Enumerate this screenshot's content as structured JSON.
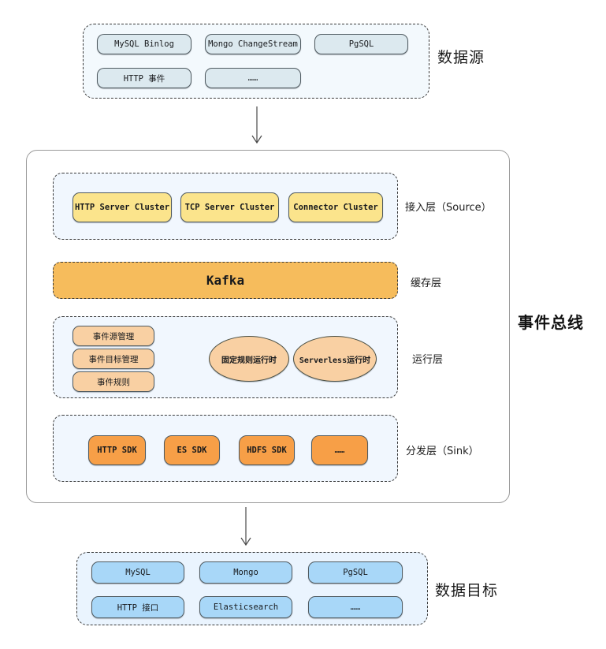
{
  "colors": {
    "canvas-bg": "#ffffff",
    "container-blue": "#f1f7fe",
    "source-container": "#f3f9fd",
    "target-container": "#eaf4fe",
    "source-pill": "#dce9ef",
    "yellow-pill": "#fbe48c",
    "kafka-orange": "#f6bc5c",
    "peach-pill": "#f9d0a3",
    "orange-pill": "#f79f47",
    "blue-pill": "#a8d7f8",
    "border-dark": "#3b3b3b",
    "text-dark": "#1f1f1f"
  },
  "source_group": {
    "label": "数据源",
    "row1": [
      "MySQL Binlog",
      "Mongo ChangeStream",
      "PgSQL"
    ],
    "row2": [
      "HTTP 事件",
      "……"
    ]
  },
  "event_bus": {
    "label": "事件总线",
    "access_layer": {
      "label": "接入层（Source）",
      "nodes": [
        "HTTP Server Cluster",
        "TCP Server Cluster",
        "Connector Cluster"
      ]
    },
    "cache_layer": {
      "label": "缓存层",
      "node": "Kafka"
    },
    "runtime_layer": {
      "label": "运行层",
      "management_nodes": [
        "事件源管理",
        "事件目标管理",
        "事件规则"
      ],
      "runtime_nodes": [
        "固定规则运行时",
        "Serverless运行时"
      ]
    },
    "sink_layer": {
      "label": "分发层（Sink）",
      "nodes": [
        "HTTP SDK",
        "ES SDK",
        "HDFS SDK",
        "……"
      ]
    }
  },
  "target_group": {
    "label": "数据目标",
    "row1": [
      "MySQL",
      "Mongo",
      "PgSQL"
    ],
    "row2": [
      "HTTP 接口",
      "Elasticsearch",
      "……"
    ]
  }
}
